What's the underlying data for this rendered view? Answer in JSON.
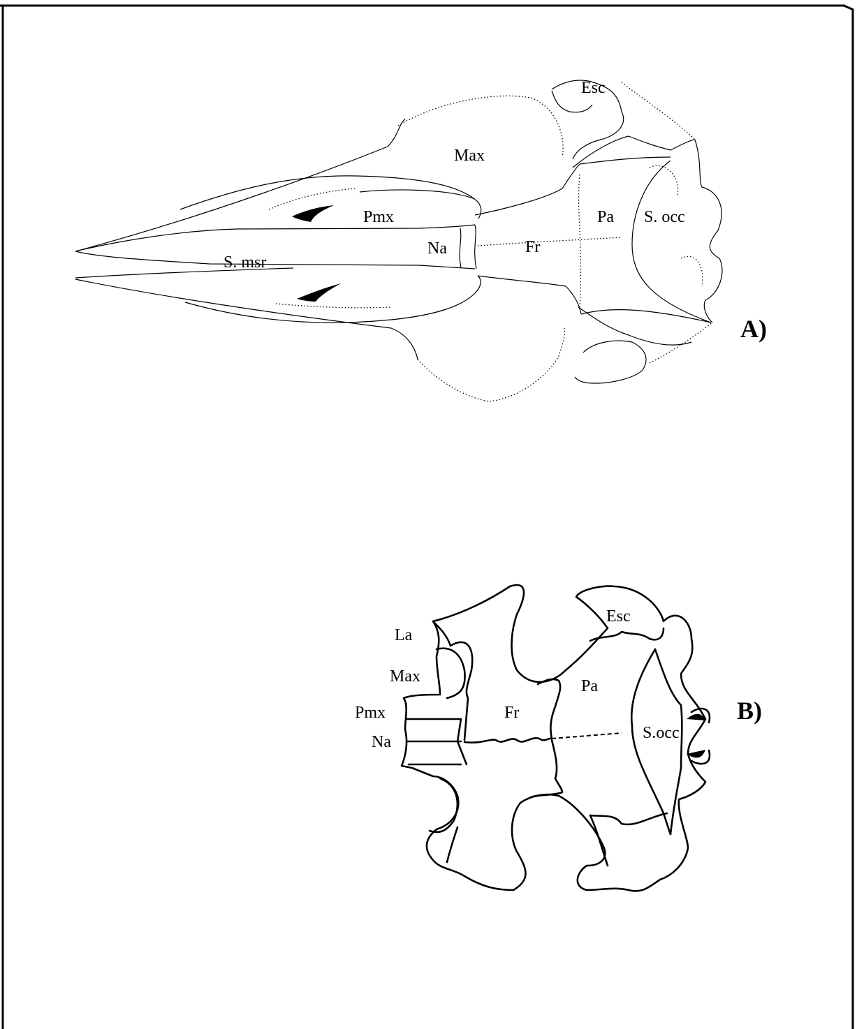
{
  "panel_a": {
    "panel_label": "A)",
    "labels": {
      "esc": "Esc",
      "max": "Max",
      "pmx": "Pmx",
      "pa": "Pa",
      "s_occ": "S. occ",
      "na": "Na",
      "fr": "Fr",
      "s_msr": "S. msr"
    }
  },
  "panel_b": {
    "panel_label": "B)",
    "labels": {
      "esc": "Esc",
      "la": "La",
      "max": "Max",
      "pa": "Pa",
      "pmx": "Pmx",
      "fr": "Fr",
      "s_occ": "S.occ",
      "na": "Na"
    }
  }
}
